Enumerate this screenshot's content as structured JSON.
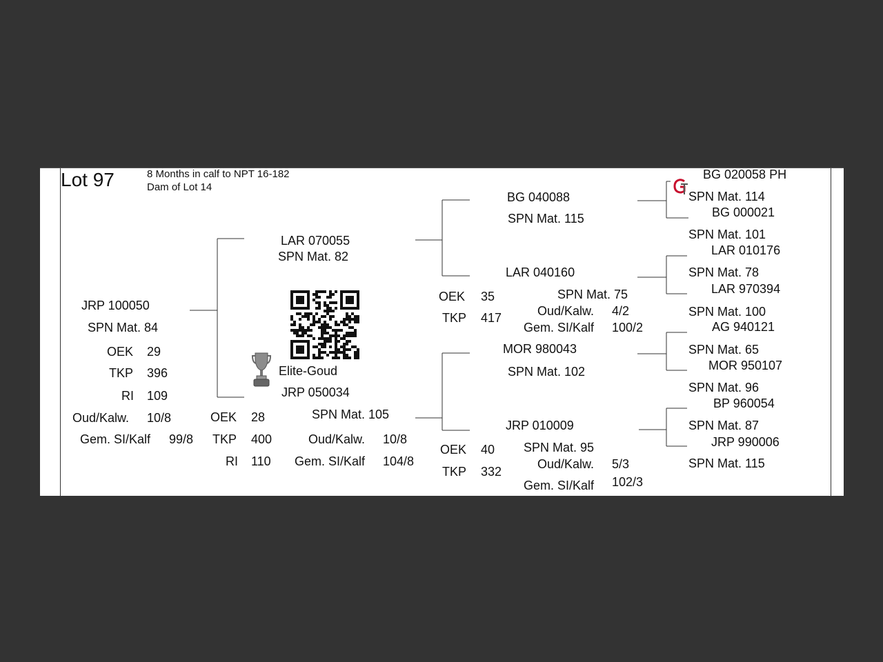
{
  "lot": {
    "title": "Lot 97",
    "note1": "8 Months in calf to NPT 16-182",
    "note2": "Dam of Lot 14"
  },
  "icons": {
    "qr": "qr-code",
    "trophy": "trophy-icon",
    "logo": "breeder-logo"
  },
  "subject": {
    "id": "JRP 100050",
    "spn": "SPN Mat. 84",
    "oek_label": "OEK",
    "oek": "29",
    "tkp_label": "TKP",
    "tkp": "396",
    "ri_label": "RI",
    "ri": "109",
    "oud_label": "Oud/Kalw.",
    "oud": "10/8",
    "gem_label": "Gem. SI/Kalf",
    "gem": "99/8"
  },
  "sire": {
    "id": "LAR 070055",
    "spn": "SPN Mat. 82"
  },
  "dam": {
    "award": "Elite-Goud",
    "id": "JRP 050034",
    "spn": "SPN Mat. 105",
    "oek_label": "OEK",
    "oek": "28",
    "tkp_label": "TKP",
    "tkp": "400",
    "ri_label": "RI",
    "ri": "110",
    "oud_label": "Oud/Kalw.",
    "oud": "10/8",
    "gem_label": "Gem. SI/Kalf",
    "gem": "104/8"
  },
  "sire_sire": {
    "id": "BG  040088",
    "spn": "SPN Mat. 115"
  },
  "sire_dam": {
    "id": "LAR 040160",
    "spn": "SPN Mat. 75",
    "oek_label": "OEK",
    "oek": "35",
    "tkp_label": "TKP",
    "tkp": "417",
    "oud_label": "Oud/Kalw.",
    "oud": "4/2",
    "gem_label": "Gem. SI/Kalf",
    "gem": "100/2"
  },
  "dam_sire": {
    "id": "MOR 980043",
    "spn": "SPN Mat. 102"
  },
  "dam_dam": {
    "id": "JRP 010009",
    "spn": "SPN Mat. 95",
    "oek_label": "OEK",
    "oek": "40",
    "tkp_label": "TKP",
    "tkp": "332",
    "oud_label": "Oud/Kalw.",
    "oud": "5/3",
    "gem_label": "Gem. SI/Kalf",
    "gem": "102/3"
  },
  "gen4": [
    {
      "id": "BG  020058   PH",
      "spn": "SPN Mat. 114"
    },
    {
      "id": "BG  000021",
      "spn": "SPN Mat. 101"
    },
    {
      "id": "LAR 010176",
      "spn": "SPN Mat. 78"
    },
    {
      "id": "LAR 970394",
      "spn": "SPN Mat. 100"
    },
    {
      "id": "AG  940121",
      "spn": "SPN Mat. 65"
    },
    {
      "id": "MOR 950107",
      "spn": "SPN Mat. 96"
    },
    {
      "id": "BP  960054",
      "spn": "SPN Mat. 87"
    },
    {
      "id": "JRP 990006",
      "spn": "SPN Mat. 115"
    }
  ]
}
